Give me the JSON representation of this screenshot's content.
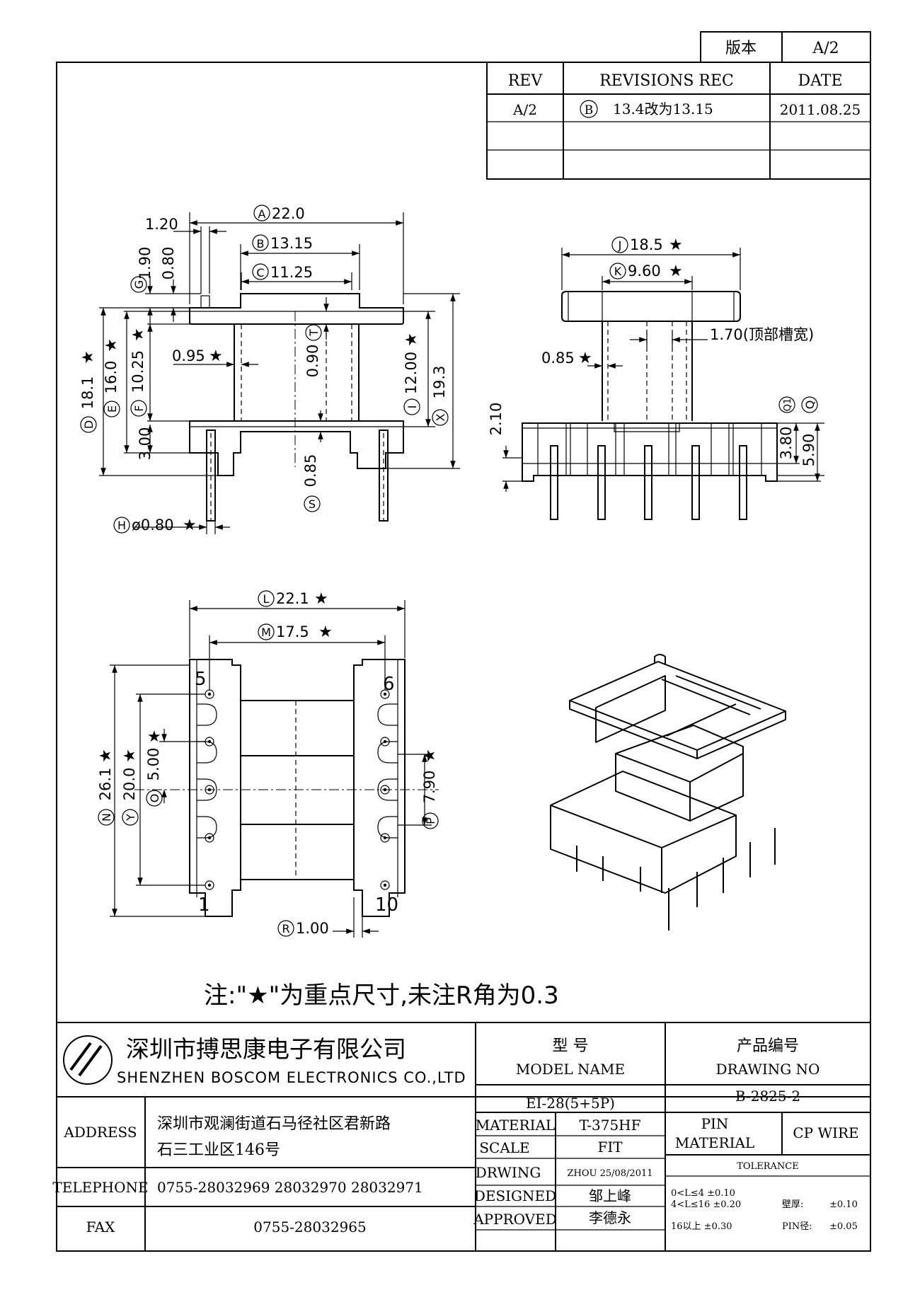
{
  "version_box": {
    "label": "版本",
    "value": "A/2"
  },
  "revisions": {
    "headers": {
      "rev": "REV",
      "rec": "REVISIONS REC",
      "date": "DATE"
    },
    "rows": [
      {
        "rev": "A/2",
        "marker": "B",
        "rec": "13.4改为13.15",
        "date": "2011.08.25"
      }
    ]
  },
  "front_view": {
    "A": {
      "letter": "A",
      "value": "22.0"
    },
    "B": {
      "letter": "B",
      "value": "13.15"
    },
    "C": {
      "letter": "C",
      "value": "11.25"
    },
    "d_120": "1.20",
    "d_190": "1.90",
    "d_080": "0.80",
    "G": {
      "letter": "G"
    },
    "D": {
      "letter": "D",
      "value": "18.1"
    },
    "E": {
      "letter": "E",
      "value": "16.0"
    },
    "F": {
      "letter": "F",
      "value": "10.25"
    },
    "d_095": "0.95",
    "T": {
      "letter": "T",
      "value": "0.90"
    },
    "I": {
      "letter": "I",
      "value": "12.00"
    },
    "X": {
      "letter": "X",
      "value": "19.3"
    },
    "d_300": "3.00",
    "S": {
      "letter": "S",
      "value": "0.85"
    },
    "H": {
      "letter": "H",
      "value": "ø0.80"
    },
    "star": "★"
  },
  "side_view": {
    "J": {
      "letter": "J",
      "value": "18.5"
    },
    "K": {
      "letter": "K",
      "value": "9.60"
    },
    "slot_note": "1.70(顶部槽宽)",
    "d_085": "0.85",
    "d_210": "2.10",
    "Q1": {
      "letter": "Q1",
      "value": "3.80"
    },
    "Q": {
      "letter": "Q",
      "value": "5.90"
    }
  },
  "bottom_view": {
    "L": {
      "letter": "L",
      "value": "22.1"
    },
    "M": {
      "letter": "M",
      "value": "17.5"
    },
    "N": {
      "letter": "N",
      "value": "26.1"
    },
    "Y": {
      "letter": "Y",
      "value": "20.0"
    },
    "O": {
      "letter": "O",
      "value": "5.00"
    },
    "P": {
      "letter": "P",
      "value": "7.90"
    },
    "R": {
      "letter": "R",
      "value": "1.00"
    },
    "pins": {
      "p5": "5",
      "p6": "6",
      "p1": "1",
      "p10": "10"
    }
  },
  "note": "注:\"★\"为重点尺寸,未注R角为0.3",
  "title_block": {
    "company_cn": "深圳市搏思康电子有限公司",
    "company_en": "SHENZHEN BOSCOM ELECTRONICS CO.,LTD",
    "model_name_cn": "型    号",
    "model_name_en": "MODEL NAME",
    "drawing_no_cn": "产品编号",
    "drawing_no_en": "DRAWING NO",
    "model_value": "EI-28(5+5P)",
    "drawing_value": "B-2825-2",
    "address_label": "ADDRESS",
    "address_line1": "深圳市观澜街道石马径社区君新路",
    "address_line2": "石三工业区146号",
    "telephone_label": "TELEPHONE",
    "telephone_value": "0755-28032969 28032970 28032971",
    "fax_label": "FAX",
    "fax_value": "0755-28032965",
    "material_label": "MATERIAL",
    "material_value": "T-375HF",
    "scale_label": "SCALE",
    "scale_value": "FIT",
    "drwing_label": "DRWING",
    "drwing_value": "ZHOU 25/08/2011",
    "designed_label": "DESIGNED",
    "designed_value": "邹上峰",
    "approved_label": "APPROVED",
    "approved_value": "李德永",
    "pin_material_line1": "PIN",
    "pin_material_line2": "MATERIAL",
    "pin_material_value": "CP WIRE",
    "tolerance_label": "TOLERANCE",
    "tol_1": "0<L≤4  ±0.10",
    "tol_2": "4<L≤16 ±0.20",
    "tol_3": "16以上    ±0.30",
    "wall_label": "壁厚:",
    "wall_value": "±0.10",
    "pin_dia_label": "PIN径:",
    "pin_dia_value": "±0.05"
  }
}
